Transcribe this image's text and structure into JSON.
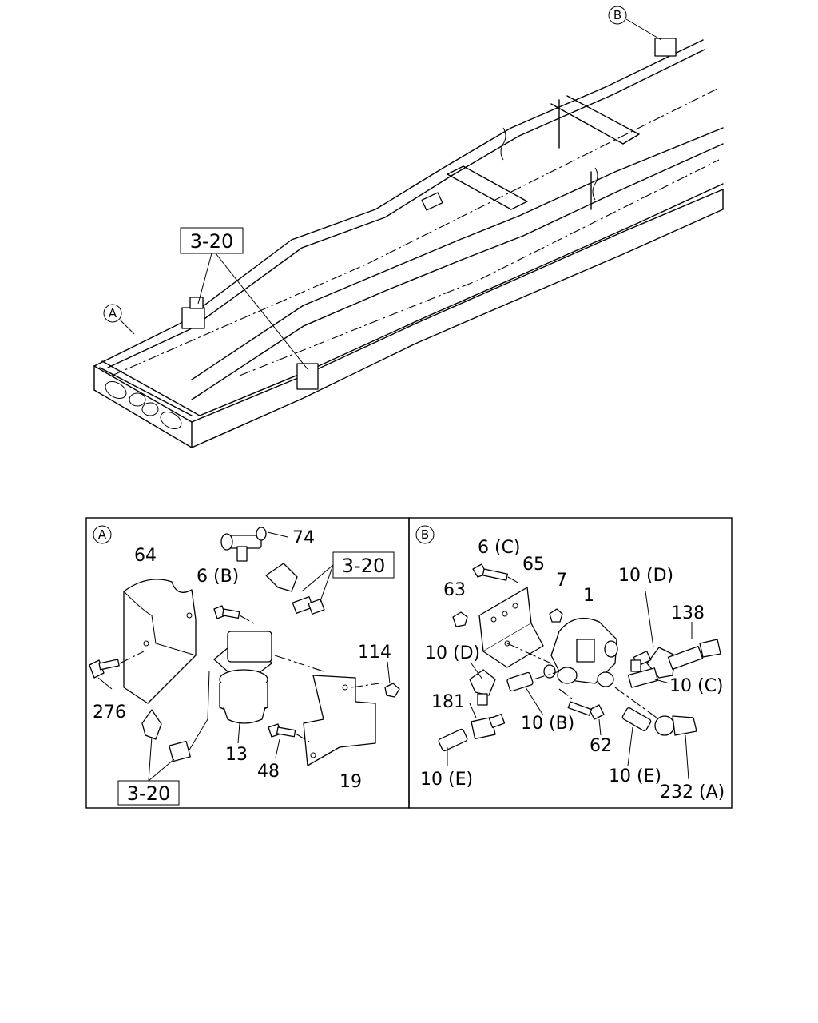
{
  "overview": {
    "callout_a": "A",
    "callout_b": "B",
    "ref_box": "3-20"
  },
  "detail_a": {
    "badge": "A",
    "ref_box_top": "3-20",
    "ref_box_bottom": "3-20",
    "labels": {
      "p64": "64",
      "p74": "74",
      "p6b": "6 (B)",
      "p114": "114",
      "p276": "276",
      "p13": "13",
      "p48": "48",
      "p19": "19"
    }
  },
  "detail_b": {
    "badge": "B",
    "labels": {
      "p6c": "6 (C)",
      "p65": "65",
      "p63": "63",
      "p7": "7",
      "p1": "1",
      "p10d_top": "10 (D)",
      "p138": "138",
      "p10d_left": "10 (D)",
      "p10c": "10 (C)",
      "p181": "181",
      "p10b": "10 (B)",
      "p62": "62",
      "p10e_left": "10 (E)",
      "p10e_right": "10 (E)",
      "p232a": "232 (A)"
    }
  }
}
